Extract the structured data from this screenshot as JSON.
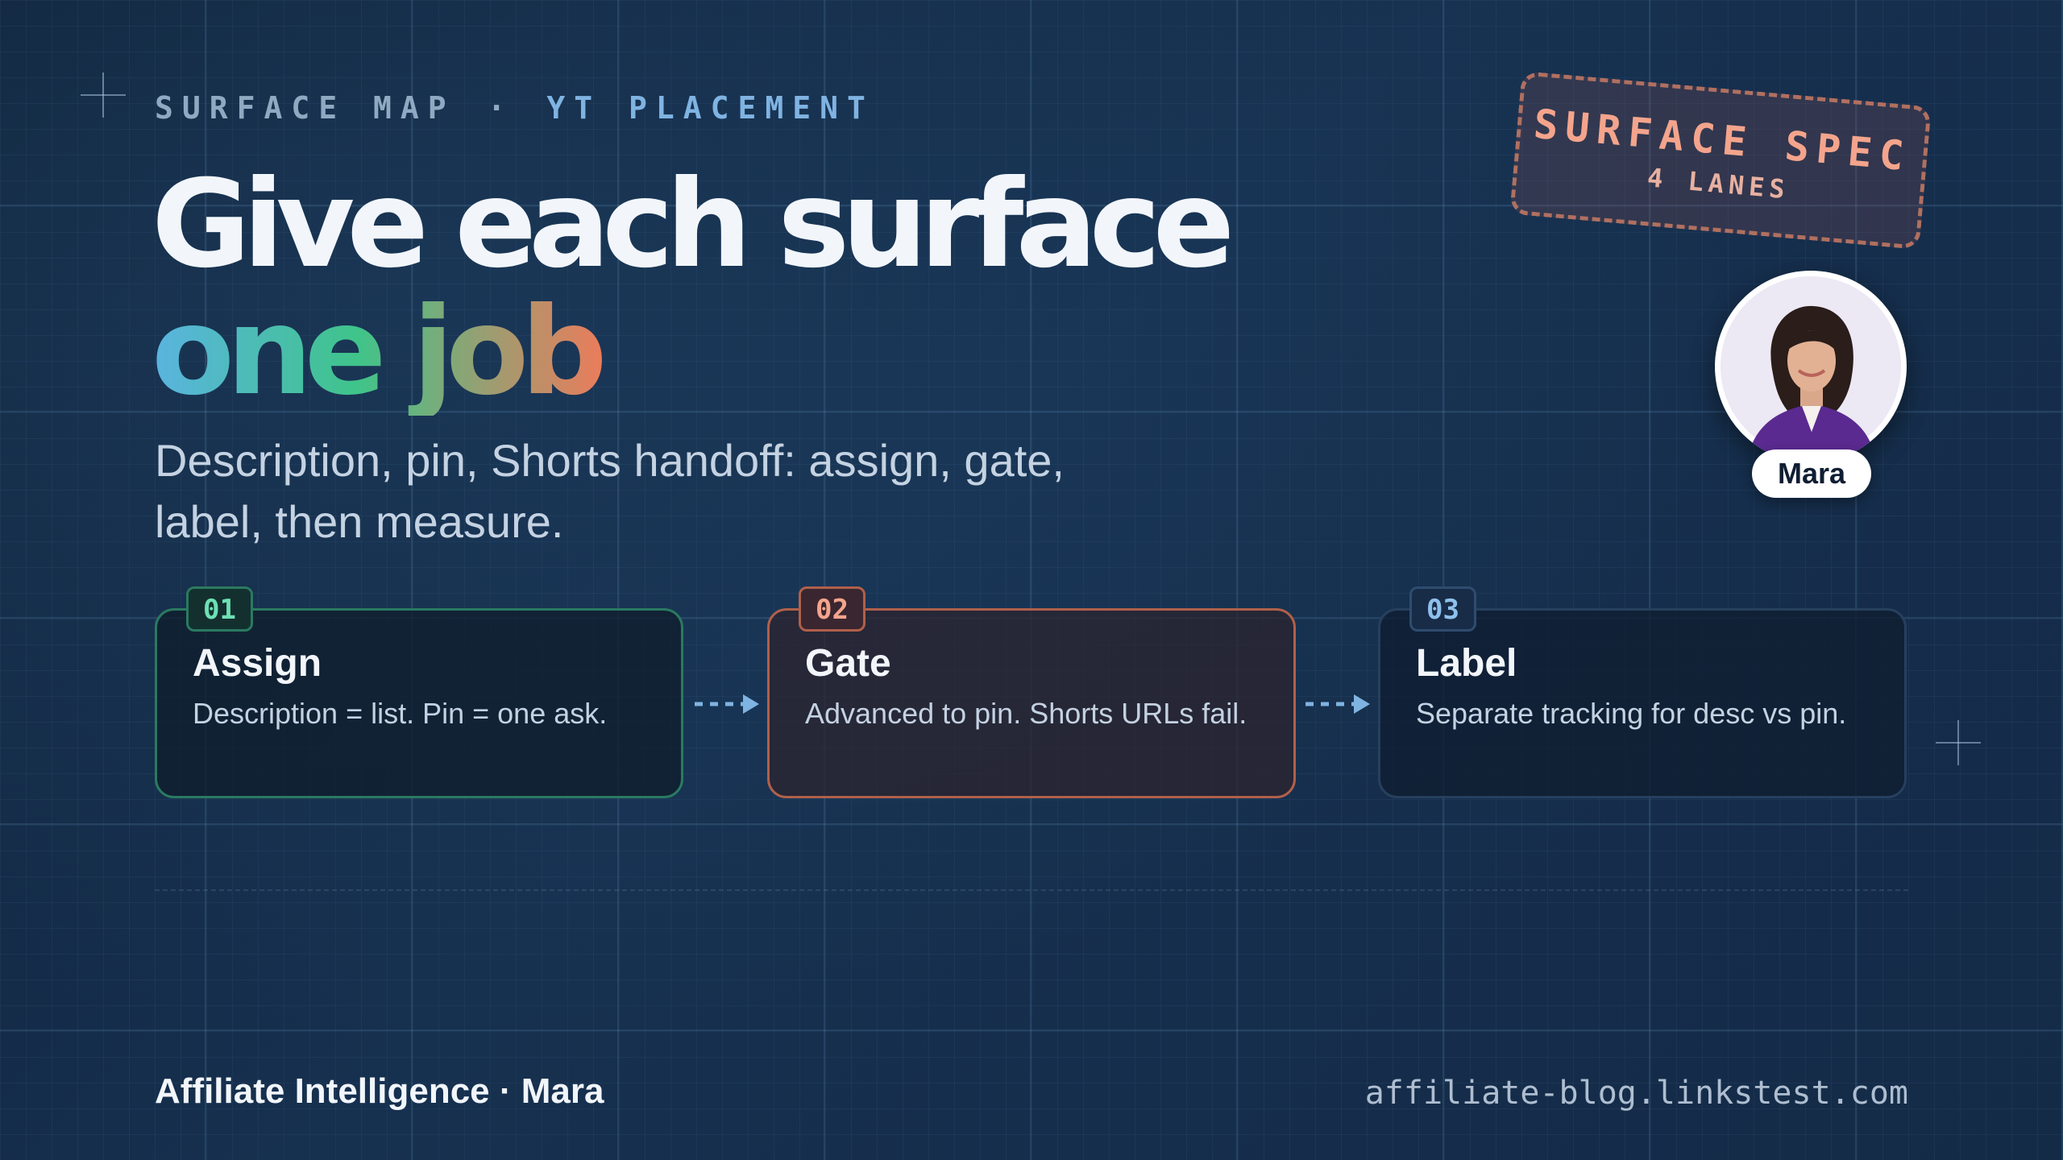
{
  "header": {
    "eyebrow_left": "SURFACE MAP",
    "eyebrow_sep": "·",
    "eyebrow_right": "YT PLACEMENT"
  },
  "headline": {
    "line1": "Give each surface",
    "line2": "one job"
  },
  "subtitle": "Description, pin, Shorts handoff: assign, gate, label, then measure.",
  "stamp": {
    "title": "SURFACE SPEC",
    "subtitle": "4 LANES"
  },
  "presenter": {
    "name": "Mara"
  },
  "steps": [
    {
      "number": "01",
      "title": "Assign",
      "text": "Description = list. Pin = one ask."
    },
    {
      "number": "02",
      "title": "Gate",
      "text": "Advanced to pin. Shorts URLs fail."
    },
    {
      "number": "03",
      "title": "Label",
      "text": "Separate tracking for desc vs pin."
    }
  ],
  "footer": {
    "brand": "Affiliate Intelligence · Mara",
    "url": "affiliate-blog.linkstest.com"
  },
  "colors": {
    "step1": "#2a7a60",
    "step2": "#b0604a",
    "step3": "#26405e",
    "accent_gradient": [
      "#5ab4e0",
      "#3fc48a",
      "#f07a5a"
    ]
  }
}
